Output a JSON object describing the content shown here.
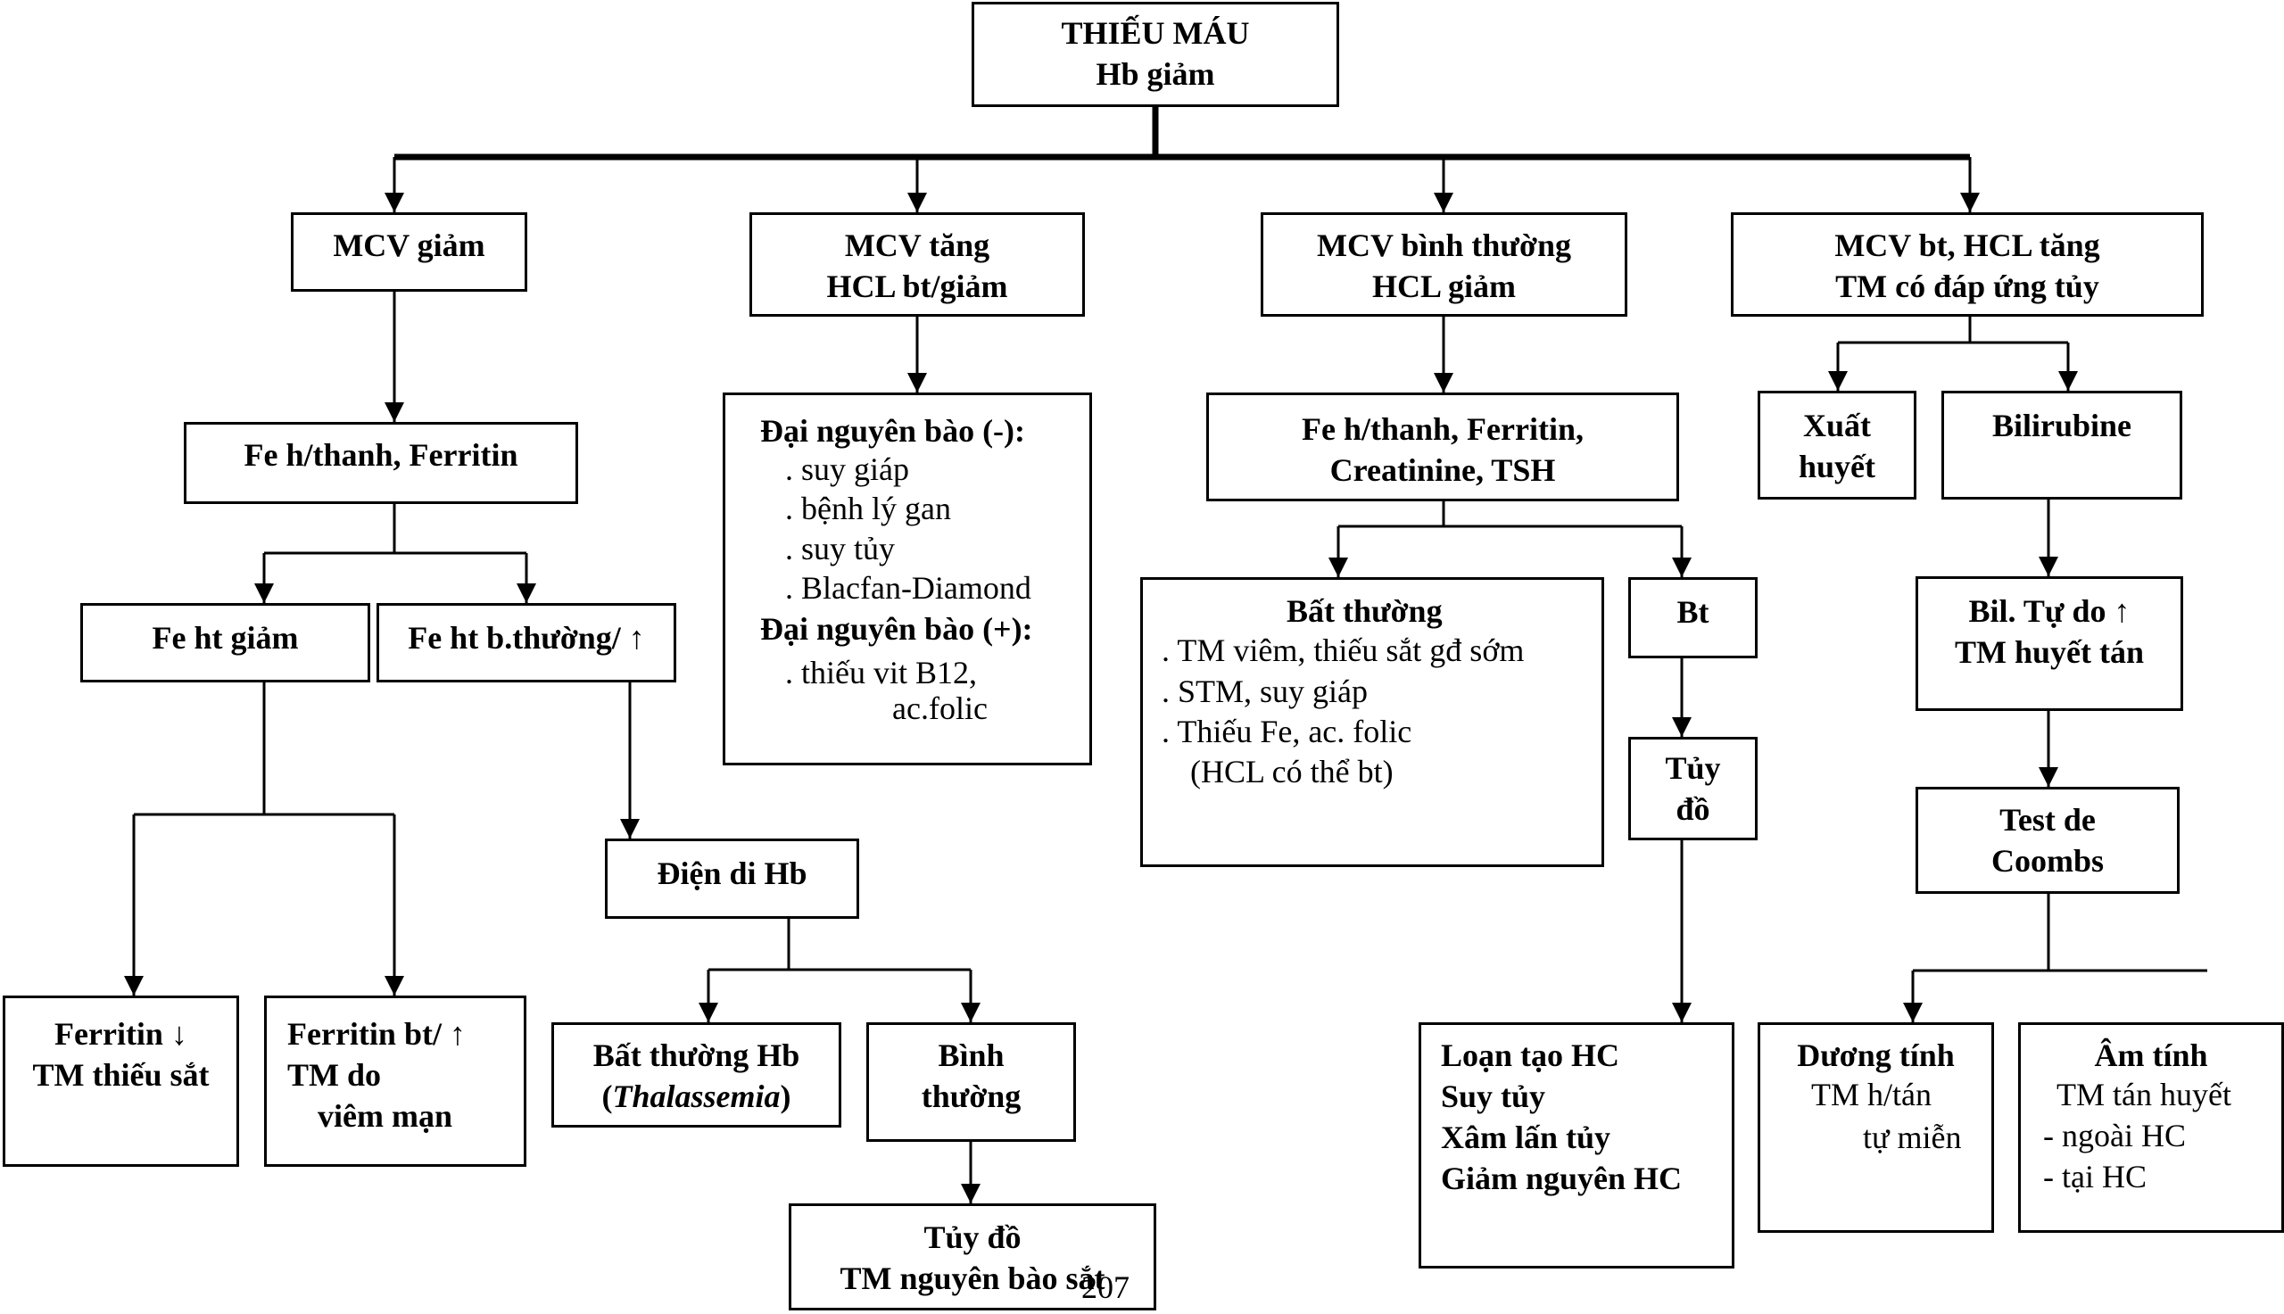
{
  "root": {
    "line1": "THIẾU MÁU",
    "line2": "Hb giảm"
  },
  "mcv_giam": {
    "title": "MCV giảm",
    "test": "Fe h/thanh, Ferritin",
    "fe_giam": "Fe ht giảm",
    "fe_bt": "Fe ht b.thường/ ↑",
    "ferritin_low": {
      "line1": "Ferritin ↓",
      "line2": "TM thiếu sắt"
    },
    "ferritin_bt": {
      "line1": "Ferritin bt/ ↑",
      "line2": "TM do",
      "line3": "viêm mạn"
    },
    "dien_di": "Điện di Hb",
    "bat_thuong_hb": {
      "line1": "Bất thường Hb",
      "open": "(",
      "ital": "Thalassemia",
      "close": ")"
    },
    "binh_thuong": {
      "line1": "Bình",
      "line2": "thường"
    },
    "tuy_do": {
      "line1": "Tủy đồ",
      "line2": "TM nguyên bào sắt"
    }
  },
  "mcv_tang": {
    "title": {
      "line1": "MCV tăng",
      "line2": "HCL bt/giảm"
    },
    "dai_neg": "Đại nguyên bào (-):",
    "neg_items": [
      ". suy giáp",
      ". bệnh lý gan",
      ". suy tủy",
      ". Blacfan-Diamond"
    ],
    "dai_pos": "Đại nguyên bào (+):",
    "pos_item1": ". thiếu vit B12,",
    "pos_item2": "ac.folic"
  },
  "mcv_bt": {
    "title": {
      "line1": "MCV bình thường",
      "line2": "HCL giảm"
    },
    "test": {
      "line1": "Fe h/thanh, Ferritin,",
      "line2": "Creatinine, TSH"
    },
    "bat_thuong": "Bất thường",
    "bt_items": [
      ". TM viêm, thiếu sắt gđ sớm",
      ". STM, suy giáp",
      ". Thiếu Fe, ac. folic",
      "(HCL có thể bt)"
    ],
    "bt": "Bt",
    "tuy_do": {
      "line1": "Tủy",
      "line2": "đồ"
    },
    "causes": [
      "Loạn tạo HC",
      "Suy tủy",
      "Xâm lấn tủy",
      "Giảm nguyên HC"
    ]
  },
  "mcv_bt_hcl_tang": {
    "title": {
      "line1": "MCV bt, HCL tăng",
      "line2": "TM có đáp ứng tủy"
    },
    "xuat_huyet": {
      "line1": "Xuất",
      "line2": "huyết"
    },
    "bilirubine": "Bilirubine",
    "bil_tu_do": {
      "line1": "Bil. Tự do ↑",
      "line2": "TM huyết tán"
    },
    "coombs": {
      "line1": "Test de",
      "line2": "Coombs"
    },
    "duong_tinh": {
      "title": "Dương tính",
      "line1": "TM h/tán",
      "line2": "tự miễn"
    },
    "am_tinh": {
      "title": "Âm tính",
      "line1": "TM tán huyết",
      "line2": "- ngoài HC",
      "line3": "- tại HC"
    }
  },
  "page_number": "207"
}
